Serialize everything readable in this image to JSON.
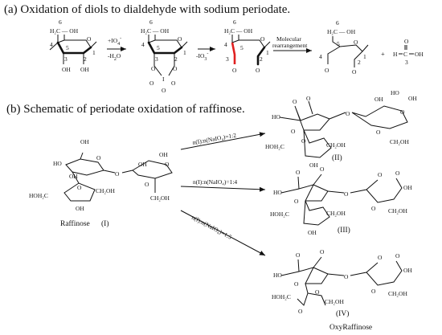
{
  "titles": {
    "a": "(a) Oxidation of diols to dialdehyde with sodium periodate.",
    "b": "(b) Schematic of periodate oxidation of raffinose."
  },
  "part_a": {
    "reagent_plus": "+IO",
    "reagent_plus_sub": "4",
    "reagent_plus_sup": "-",
    "water_loss": "-H",
    "water_loss_sub": "2",
    "water_loss_end": "O",
    "iodate_loss": "-IO",
    "iodate_loss_sub": "3",
    "iodate_loss_sup": "-",
    "rearrangement": [
      "Molecular",
      "rearrangement"
    ],
    "plus": "+",
    "formic_acid": [
      "O",
      "H",
      "C",
      "OH"
    ],
    "labels": {
      "h2c_oh": "H₂C — OH",
      "oh": "OH",
      "o": "O",
      "n1": "1",
      "n2": "2",
      "n3": "3",
      "n4": "4",
      "n5": "5",
      "n6": "6"
    }
  },
  "part_b": {
    "raffinose_name": "Raffinose",
    "raffinose_id": "(I)",
    "ratio_1": "n(I):n(NaIO₄)=1:2",
    "ratio_2": "n(I):n(NaIO₄)=1:4",
    "ratio_3": "n(I):n(NaIO₄)=1:5",
    "product_2": "(II)",
    "product_3": "(III)",
    "product_4": "(IV)",
    "oxyraffinose": "OxyRaffinose",
    "labels": {
      "oh": "OH",
      "ho": "HO",
      "o": "O",
      "ch2oh": "CH₂OH",
      "hoh2c": "HOH₂C",
      "ho2c": "HOH₂C"
    }
  },
  "colors": {
    "highlight": "#e02020",
    "ink": "#111111"
  }
}
